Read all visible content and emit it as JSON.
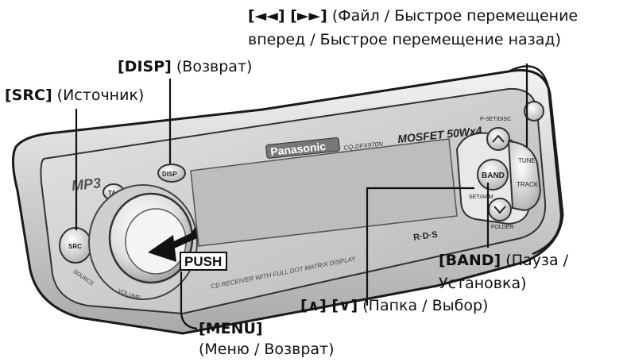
{
  "labels": {
    "track": {
      "key": "[◄◄] [►►]",
      "line1": " (Файл / Быстрое перемещение",
      "line2": "вперед / Быстрое перемещение назад)"
    },
    "disp": {
      "key": "[DISP]",
      "desc": " (Возврат)"
    },
    "src": {
      "key": "[SRC]",
      "desc": " (Источник)"
    },
    "band": {
      "key": "[BAND]",
      "line1": " (Пауза /",
      "line2": "Установка)"
    },
    "updown": {
      "key": "[∧] [∨]",
      "desc": " (Папка / Выбор)"
    },
    "menu": {
      "key": "[MENU]",
      "desc": "(Меню / Возврат)"
    }
  },
  "device": {
    "brand": "Panasonic",
    "model": "CQ-DFX970N",
    "power": "MOSFET 50Wx4",
    "push": "PUSH",
    "caption": "CD RECEIVER WITH FULL DOT MATRIX DISPLAY",
    "mp3": "MP3",
    "rds": "R·D·S",
    "src_btn": "SRC",
    "disp_btn": "DISP",
    "ta_btn": "TA",
    "band_btn": "BAND",
    "volume": "VOLUME",
    "source": "SOURCE",
    "tune": "TUNE",
    "track": "TRACK",
    "pset": "P-SET/DISC",
    "setapm": "SET/APM",
    "folder": "FOLDER"
  },
  "colors": {
    "outline": "#1a1a1a",
    "body": "#d9d9d9",
    "display": "#bdbdbd"
  }
}
